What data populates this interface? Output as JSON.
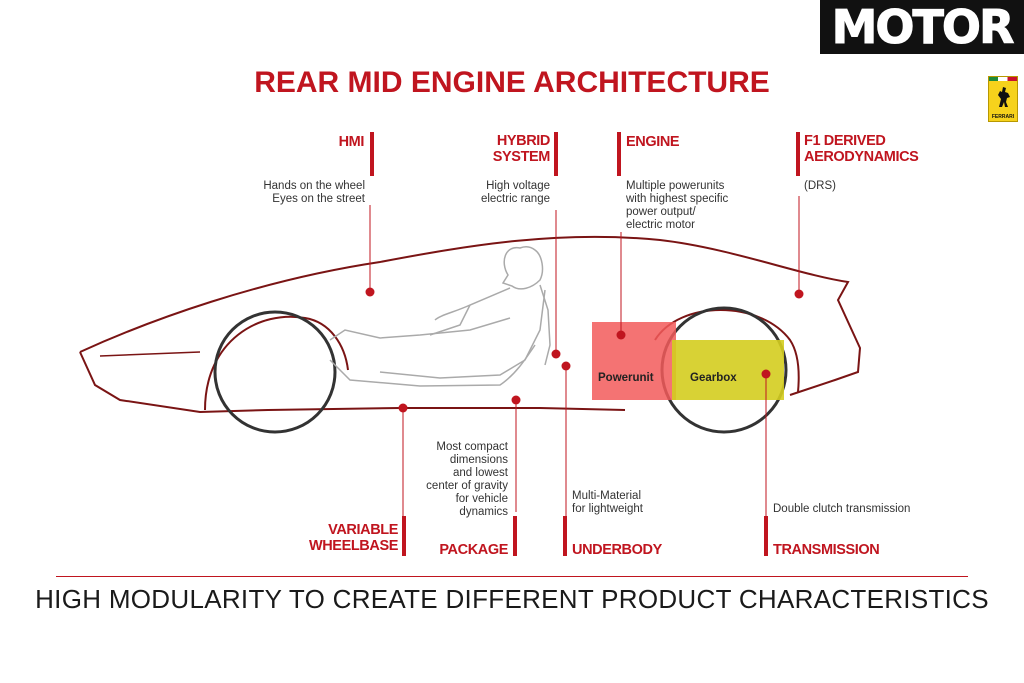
{
  "brand": {
    "name": "MOTOR"
  },
  "badge": {
    "text": "FERRARI"
  },
  "title": "REAR MID ENGINE ARCHITECTURE",
  "top_labels": [
    {
      "id": "hmi",
      "title_lines": [
        "HMI"
      ],
      "desc_lines": [
        "Hands on the wheel",
        "Eyes on the street"
      ]
    },
    {
      "id": "hybrid",
      "title_lines": [
        "HYBRID",
        "SYSTEM"
      ],
      "desc_lines": [
        "High voltage",
        "electric range"
      ]
    },
    {
      "id": "engine",
      "title_lines": [
        "ENGINE"
      ],
      "desc_lines": [
        "Multiple powerunits",
        "with highest specific",
        "power output/",
        "electric motor"
      ]
    },
    {
      "id": "aero",
      "title_lines": [
        "F1 DERIVED",
        "AERODYNAMICS"
      ],
      "desc_lines": [
        "(DRS)"
      ]
    }
  ],
  "bottom_labels": [
    {
      "id": "wheelbase",
      "title_lines": [
        "VARIABLE",
        "WHEELBASE"
      ],
      "desc_lines": []
    },
    {
      "id": "package",
      "title_lines": [
        "PACKAGE"
      ],
      "desc_lines": [
        "Most compact",
        "dimensions",
        "and lowest",
        "center of gravity",
        "for vehicle",
        "dynamics"
      ]
    },
    {
      "id": "underbody",
      "title_lines": [
        "UNDERBODY"
      ],
      "desc_lines": [
        "Multi-Material",
        "for lightweight"
      ]
    },
    {
      "id": "transmission",
      "title_lines": [
        "TRANSMISSION"
      ],
      "desc_lines": [
        "Double clutch transmission"
      ]
    }
  ],
  "components": {
    "powerunit": "Powerunit",
    "gearbox": "Gearbox"
  },
  "colors": {
    "accent": "#c0151f",
    "powerunit": "#f25a5a",
    "gearbox": "#d4cd1f",
    "car_outline": "#7a1414"
  },
  "footer": "HIGH MODULARITY TO CREATE DIFFERENT PRODUCT CHARACTERISTICS"
}
